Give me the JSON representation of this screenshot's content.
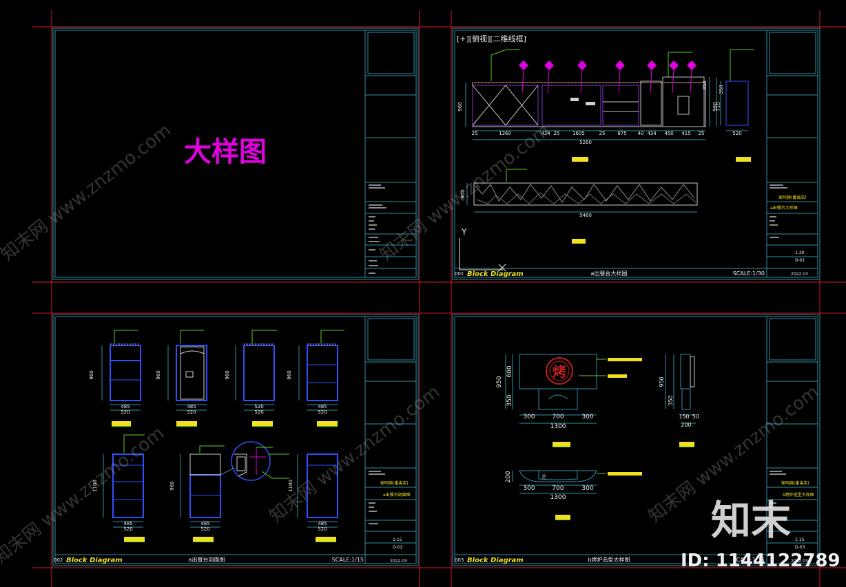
{
  "colors": {
    "background": "#000000",
    "frame": "#2f8fa3",
    "crop_marks": "#d01c28",
    "magenta": "#e000e0",
    "green": "#58d020",
    "yellow": "#f0e020",
    "white": "#f0f0f0",
    "blue": "#3050ff",
    "cyan": "#00c8d0"
  },
  "watermark": {
    "site": "知末网 www.znzmo.com",
    "brand": "知末",
    "id_label": "ID: 1144122789"
  },
  "sheet1": {
    "big_title": "大样图"
  },
  "sheet2": {
    "viewport_label": "[+][俯视][二维线框]",
    "axis_y": "Y",
    "sheet_number": "001",
    "block_diagram": "Block Diagram",
    "caption": "a出餐台大样图",
    "scale": "SCALE:1/30",
    "title_project": "家阿姨(番禹店)",
    "title_drawing": "a出餐台大样图",
    "title_scale": "1:30",
    "title_no": "D-01",
    "title_date": "2022.03",
    "elevation_dims_bottom": [
      "25",
      "1360",
      "434",
      "25",
      "1605",
      "25",
      "875",
      "40",
      "434",
      "450",
      "415",
      "25"
    ],
    "elevation_total": "5260",
    "elevation_left_dim": "960",
    "elevation_right_dims": [
      "350",
      "710"
    ],
    "side_view_dims": [
      "350",
      "960"
    ],
    "side_view_width": "520",
    "plan_left_dim": "900",
    "plan_total": "5460"
  },
  "sheet3": {
    "sheet_number": "002",
    "block_diagram": "Block Diagram",
    "caption": "a出餐台剖面图",
    "scale": "SCALE:1/15",
    "title_project": "家阿姨(番禹店)",
    "title_drawing": "a出餐台剖面图",
    "title_scale": "1:15",
    "title_no": "D-02",
    "title_date": "2022.03",
    "sections_top": [
      {
        "width": "520",
        "inner": "485",
        "height": "960"
      },
      {
        "width": "520",
        "inner": "485",
        "height": "960"
      },
      {
        "width": "520",
        "inner": "520",
        "height": "960"
      },
      {
        "width": "520",
        "inner": "485",
        "height": "960"
      }
    ],
    "sections_bottom": [
      {
        "width": "520",
        "inner": "485",
        "height": "1100"
      },
      {
        "width": "520",
        "inner": "485",
        "height": "960"
      },
      {
        "width": "520",
        "inner": "485",
        "height": "1100"
      }
    ]
  },
  "sheet4": {
    "sheet_number": "003",
    "block_diagram": "Block Diagram",
    "caption": "b烤炉造型大样图",
    "scale": "SCALE:1/15",
    "title_project": "家阿姨(番禹店)",
    "title_drawing": "b烤炉造型大样图",
    "title_scale": "1:15",
    "title_no": "D-03",
    "title_date": "2022.03",
    "logo_char": "烤",
    "front_height_dims": [
      "600",
      "350"
    ],
    "front_total_height": "950",
    "front_bottom_dims": [
      "300",
      "700",
      "300"
    ],
    "front_total_width": "1300",
    "side_dims": [
      "350",
      "950"
    ],
    "side_bottom_dims": [
      "150",
      "50",
      "200"
    ],
    "plan_left_dim": "200",
    "plan_inner_dim": "70",
    "plan_bottom_dims": [
      "300",
      "700",
      "300"
    ],
    "plan_total_width": "1300"
  }
}
